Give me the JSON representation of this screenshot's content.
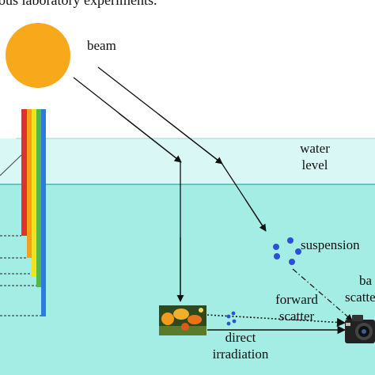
{
  "header_text": "ous laboratory experiments.",
  "labels": {
    "beam": "beam",
    "water_level_line1": "water",
    "water_level_line2": "level",
    "suspension": "suspension",
    "forward_scatter_line1": "forward",
    "forward_scatter_line2": "scatter",
    "back_scatter_line1": "ba",
    "back_scatter_line2": "scatte",
    "direct_irradiation_line1": "direct",
    "direct_irradiation_line2": "irradiation"
  },
  "colors": {
    "sun": "#f7a81b",
    "sky_band": "#d9f7f4",
    "water": "#a3ede4",
    "water_line": "#4fb4ad",
    "particles": "#2b4fd6",
    "spectrum": [
      "#e0322b",
      "#f6a01a",
      "#f2e21a",
      "#52b848",
      "#2c7be0"
    ]
  },
  "icons": [
    "sun-icon",
    "fish-image",
    "camera-icon"
  ]
}
